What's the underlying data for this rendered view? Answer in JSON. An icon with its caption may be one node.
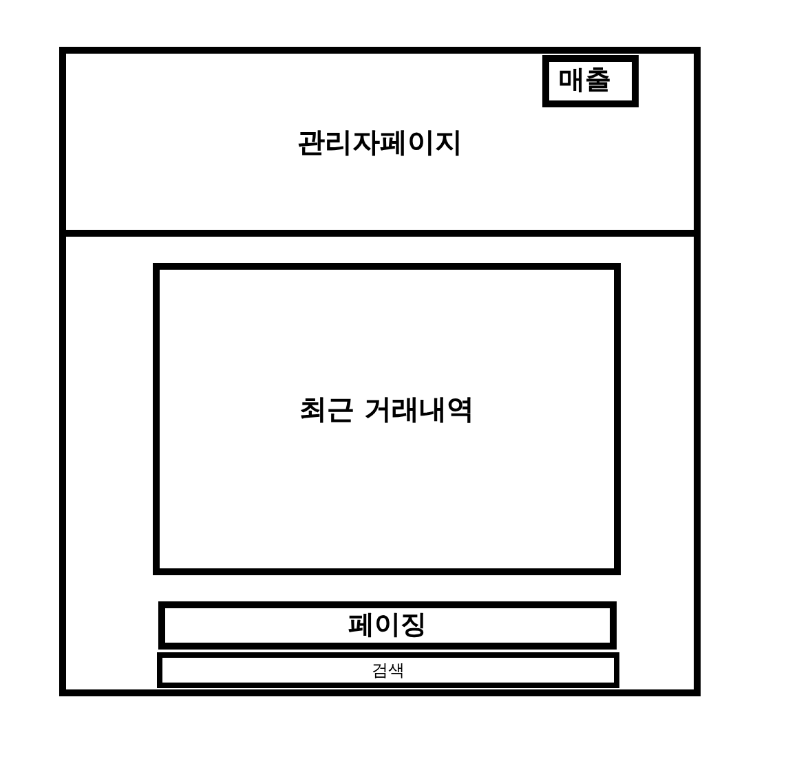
{
  "diagram": {
    "nodes": [
      {
        "text": [],
        "shape": "box"
      },
      {
        "text": [
          "관리자페이지"
        ],
        "in": 0
      },
      {
        "text": [
          "매출"
        ],
        "in": 1
      },
      {
        "text": [
          "최근 거래내역"
        ],
        "in": 0
      },
      {
        "text": [
          "페이징"
        ],
        "in": 0
      },
      {
        "text": [
          "검색"
        ],
        "in": 0
      }
    ]
  }
}
